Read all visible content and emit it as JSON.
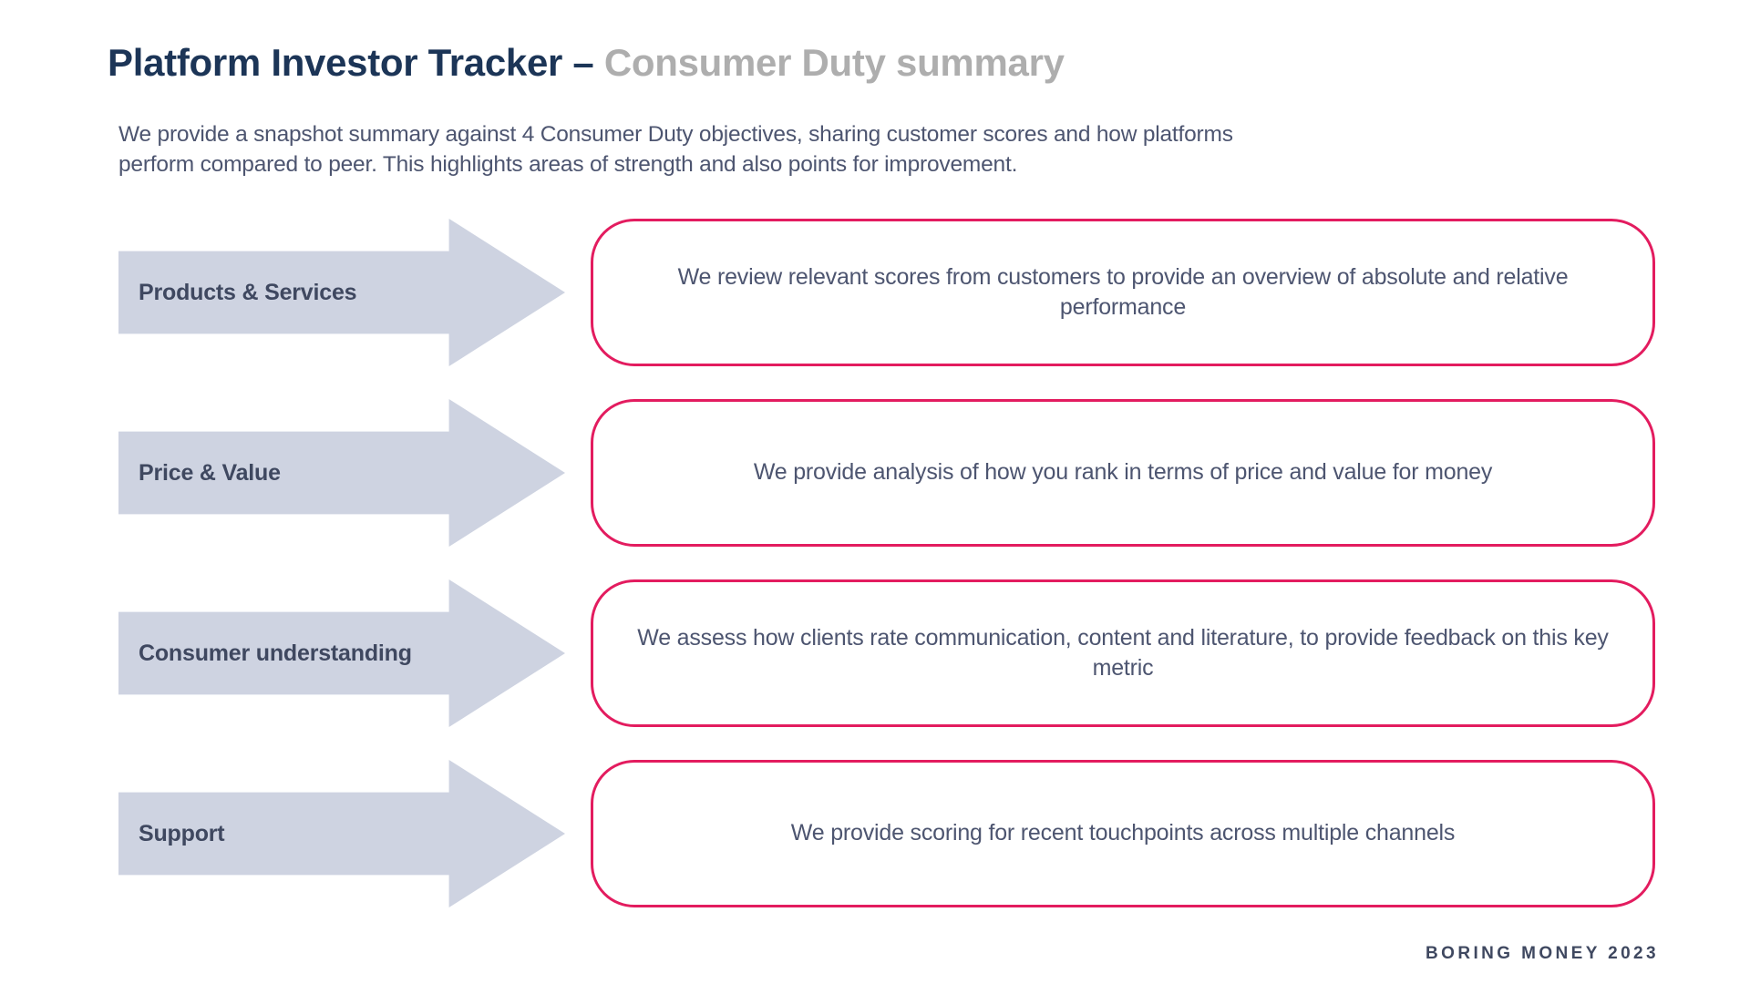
{
  "header": {
    "title_main": "Platform Investor Tracker – ",
    "title_sub": "Consumer Duty summary",
    "intro_line1": "We provide a snapshot summary against 4 Consumer Duty objectives, sharing customer scores and how platforms",
    "intro_line2": "perform compared to peer. This highlights areas of strength and also points for improvement."
  },
  "colors": {
    "title_navy": "#1c3557",
    "title_grey": "#aeaeae",
    "body_text": "#4d5570",
    "arrow_fill": "#ced3e1",
    "arrow_label": "#3f4860",
    "card_border": "#e31c5f",
    "background": "#ffffff"
  },
  "rows": [
    {
      "label": "Products & Services",
      "description": "We review relevant scores from customers to provide an overview of absolute and relative performance"
    },
    {
      "label": "Price & Value",
      "description": "We provide analysis of how you rank in terms of price and value for money"
    },
    {
      "label": "Consumer understanding",
      "description": "We assess how clients rate communication, content and literature, to provide feedback on this key metric"
    },
    {
      "label": "Support",
      "description": "We provide scoring for recent touchpoints across multiple channels"
    }
  ],
  "footer": {
    "credit": "BORING MONEY 2023"
  }
}
